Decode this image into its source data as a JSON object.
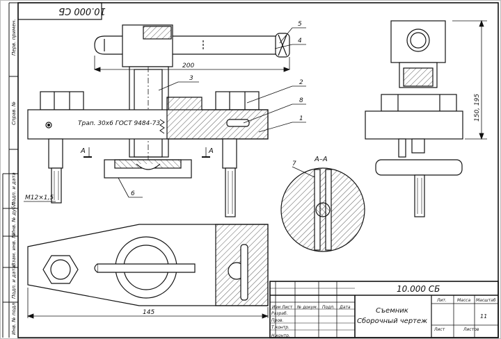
{
  "drawing": {
    "code_rotated": "10.000 СБ",
    "code": "10.000 СБ",
    "name_line1": "Съемник",
    "name_line2": "Сборочный чертеж",
    "section_label": "А–А",
    "section_mark": "А",
    "thread_label": "Трап. 30х6 ГОСТ 9484-73",
    "metric_thread": "M12×1,5",
    "dim_200": "200",
    "dim_145": "145",
    "dim_150_195": "150, 195",
    "callouts": [
      "1",
      "2",
      "3",
      "4",
      "5",
      "6",
      "7",
      "8"
    ],
    "sheet_count": "11"
  },
  "left_strip": {
    "labels": [
      "Перв. примен.",
      "Справ. №",
      "Подп. и дата",
      "Инв. № дубл.",
      "Взам. инв. №",
      "Подп. и дата",
      "Инв. № подл."
    ]
  },
  "title_block": {
    "headers": [
      "Изм",
      "Лист",
      "№ докум.",
      "Подп.",
      "Дата"
    ],
    "roles": [
      "Разраб.",
      "Пров.",
      "Т.контр.",
      "",
      "Н.контр."
    ],
    "right_headers": [
      "Лит.",
      "Масса",
      "Масштаб"
    ],
    "sheet_row": [
      "Лист",
      "Листов"
    ]
  }
}
